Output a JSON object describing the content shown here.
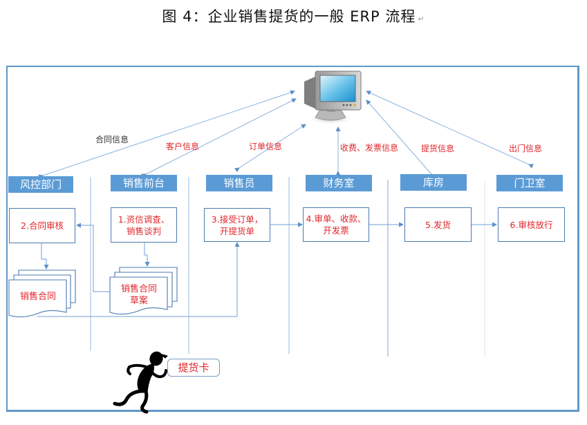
{
  "title": "图 4：企业销售提货的一般 ERP 流程",
  "title_return_mark": "↵",
  "center_icon": "computer-monitor-icon",
  "departments": [
    {
      "name": "风控部门"
    },
    {
      "name": "销售前台"
    },
    {
      "name": "销售员"
    },
    {
      "name": "财务室"
    },
    {
      "name": "库房"
    },
    {
      "name": "门卫室"
    }
  ],
  "info_labels": {
    "contract": "合同信息",
    "customer": "客户信息",
    "order": "订单信息",
    "finance": "收费、发票信息",
    "pickup": "提货信息",
    "exit": "出门信息"
  },
  "steps": {
    "s1": "1.资信调查、\n销售谈判",
    "s2": "2.合同审核",
    "s3": "3.接受订单，\n开提货单",
    "s4": "4.审单、收款、\n开发票",
    "s5": "5.发货",
    "s6": "6.审核放行"
  },
  "documents": {
    "contract": "销售合同",
    "draft": "销售合同\n草案"
  },
  "pickup_card": "提货卡",
  "runner_icon": "running-man-icon",
  "colors": {
    "header_fill": "#5b9bd5",
    "frame": "#5f97c8",
    "step_text": "#e0262b",
    "arrow": "#7aa6d6"
  }
}
